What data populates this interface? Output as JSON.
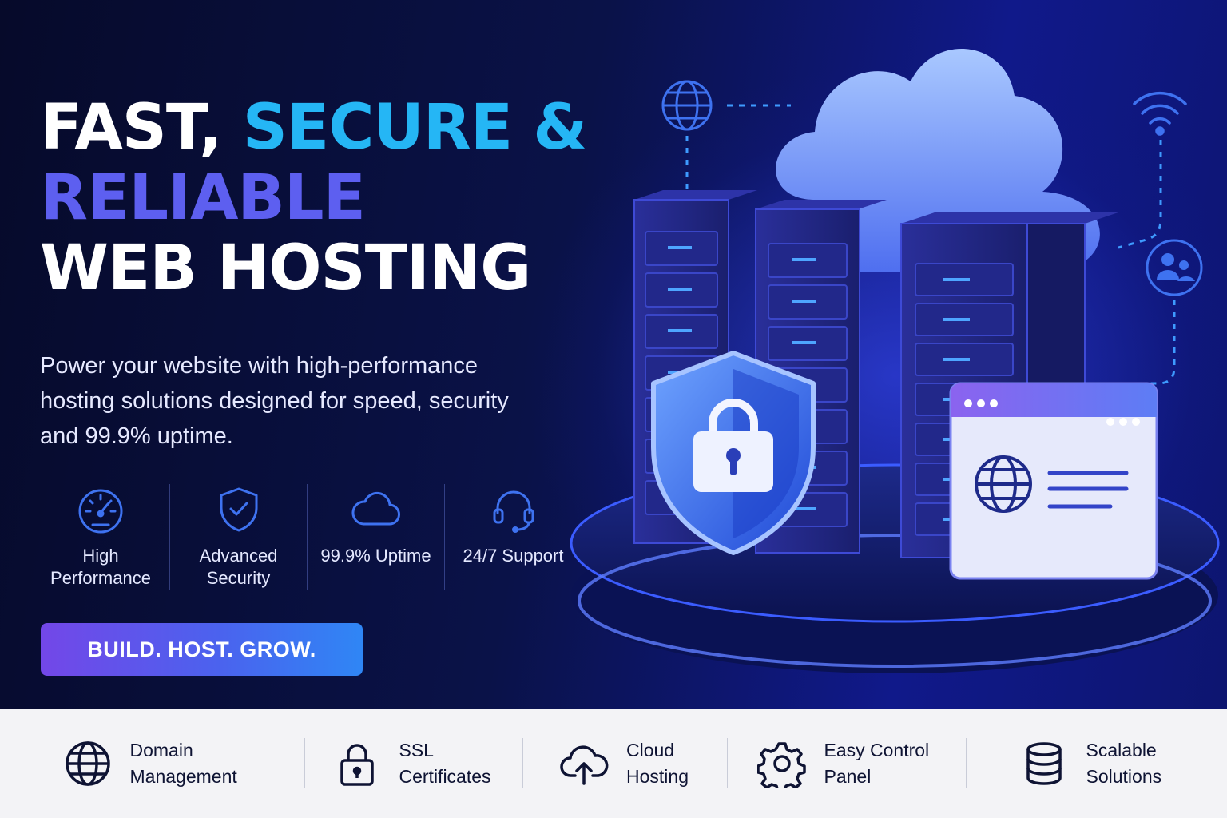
{
  "hero": {
    "headline": {
      "line1_part1": "FAST, ",
      "line1_part2": "SECURE &",
      "line2": "RELIABLE",
      "line3": "WEB HOSTING"
    },
    "subtitle": "Power your website with high-performance hosting solutions designed for speed, security and 99.9% uptime.",
    "features": [
      {
        "icon": "speedometer-icon",
        "label": "High Performance"
      },
      {
        "icon": "shield-check-icon",
        "label": "Advanced Security"
      },
      {
        "icon": "cloud-icon",
        "label": "99.9% Uptime"
      },
      {
        "icon": "headset-icon",
        "label": "24/7 Support"
      }
    ],
    "cta_label": "BUILD. HOST. GROW."
  },
  "services": [
    {
      "icon": "globe-icon",
      "label": "Domain Management"
    },
    {
      "icon": "padlock-icon",
      "label": "SSL Certificates"
    },
    {
      "icon": "cloud-upload-icon",
      "label": "Cloud Hosting"
    },
    {
      "icon": "gear-icon",
      "label": "Easy Control Panel"
    },
    {
      "icon": "database-icon",
      "label": "Scalable Solutions"
    }
  ],
  "colors": {
    "background": "#070b2b",
    "accent_cyan": "#25b6f5",
    "accent_blue": "#5b89ff",
    "accent_purple": "#5d5ff0",
    "cta_start": "#7347e8",
    "cta_end": "#2f86f5",
    "icon_blue": "#3e72f0",
    "bottom_bar": "#f3f3f6",
    "bottom_text": "#0e1333"
  }
}
